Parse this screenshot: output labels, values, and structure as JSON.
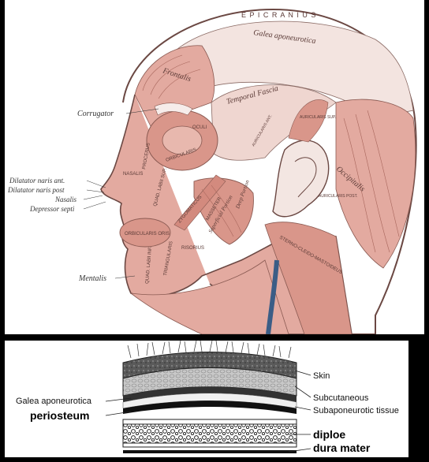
{
  "anatomy": {
    "labels": {
      "epicranius": "E P I C R A N I U S",
      "galea": "Galea   aponeurotica",
      "frontalis": "Frontalis",
      "temporal_fascia": "Temporal Fascia",
      "corrugator": "Corrugator",
      "dilatator_ant": "Dilatator naris ant.",
      "dilatator_post": "Dilatator naris post",
      "nasalis": "Nasalis",
      "depressor_septi": "Depressor septi",
      "mentalis": "Mentalis",
      "occipitalis": "Occipitalis",
      "procerus": "PROCERUS",
      "nasalis_small": "NASALIS",
      "orbicularis_oculi": "ORBICULARIS",
      "oculi": "OCULI",
      "quad_labii_sup": "QUAD. LABII SUP.",
      "zygomaticus": "ZYGOMATICUS",
      "masseter": "MASSETER",
      "superficial_portion": "Superficial Portion",
      "deep_portion": "Deep Portion",
      "orbicularis_oris": "ORBICULARIS ORIS",
      "risorius": "RISORIUS",
      "quad_labii_inf": "QUAD. LABII INF.",
      "triangularis": "TRIANGULARIS",
      "auricularis_sup": "AURICULARIS SUP.",
      "auricularis_ant": "AURICULARIS ANT.",
      "auricularis_post": "AURICULARIS POST.",
      "sternocleidomastoideus": "STERNO-CLEIDO-MASTOIDEUS"
    }
  },
  "layers": {
    "right_labels": [
      "Skin",
      "Subcutaneous",
      "Subaponeurotic tissue"
    ],
    "left_labels": [
      "Galea aponeurotica"
    ],
    "bold_left": "periosteum",
    "bold_right": [
      "diploe",
      "dura mater"
    ]
  },
  "colors": {
    "muscle": "#e3aaa0",
    "muscle_dark": "#c98478",
    "line": "#6b4843",
    "vein": "#3b5d86"
  }
}
